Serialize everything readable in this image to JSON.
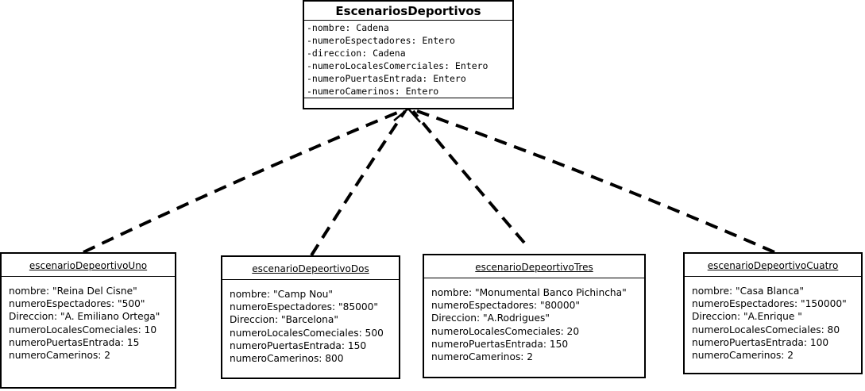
{
  "class": {
    "title": "EscenariosDeportivos",
    "attributes": [
      "-nombre: Cadena",
      "-numeroEspectadores: Entero",
      "-direccion: Cadena",
      "-numeroLocalesComerciales: Entero",
      "-numeroPuertasEntrada: Entero",
      "-numeroCamerinos: Entero"
    ]
  },
  "objects": [
    {
      "title": "escenarioDepeortivoUno",
      "attributes": [
        "nombre: \"Reina Del Cisne\"",
        "numeroEspectadores: \"500\"",
        "Direccion: \"A. Emiliano Ortega\"",
        "numeroLocalesComeciales: 10",
        "numeroPuertasEntrada: 15",
        "numeroCamerinos: 2"
      ]
    },
    {
      "title": "escenarioDepeortivoDos",
      "attributes": [
        "nombre: \"Camp Nou\"",
        "numeroEspectadores: \"85000\"",
        "Direccion: \"Barcelona\"",
        "numeroLocalesComeciales: 500",
        "numeroPuertasEntrada: 150",
        "numeroCamerinos: 800"
      ]
    },
    {
      "title": "escenarioDepeortivoTres",
      "attributes": [
        "nombre: \"Monumental Banco Pichincha\"",
        "numeroEspectadores: \"80000\"",
        "Direccion: \"A.Rodrigues\"",
        "numeroLocalesComeciales: 20",
        "numeroPuertasEntrada: 150",
        "numeroCamerinos: 2"
      ]
    },
    {
      "title": "escenarioDepeortivoCuatro",
      "attributes": [
        "nombre: \"Casa Blanca\"",
        "numeroEspectadores: \"150000\"",
        "Direccion: \"A.Enrique \"",
        "numeroLocalesComeciales: 80",
        "numeroPuertasEntrada: 100",
        "numeroCamerinos: 2"
      ]
    }
  ],
  "colors": {
    "line": "#000000",
    "background": "#ffffff"
  }
}
